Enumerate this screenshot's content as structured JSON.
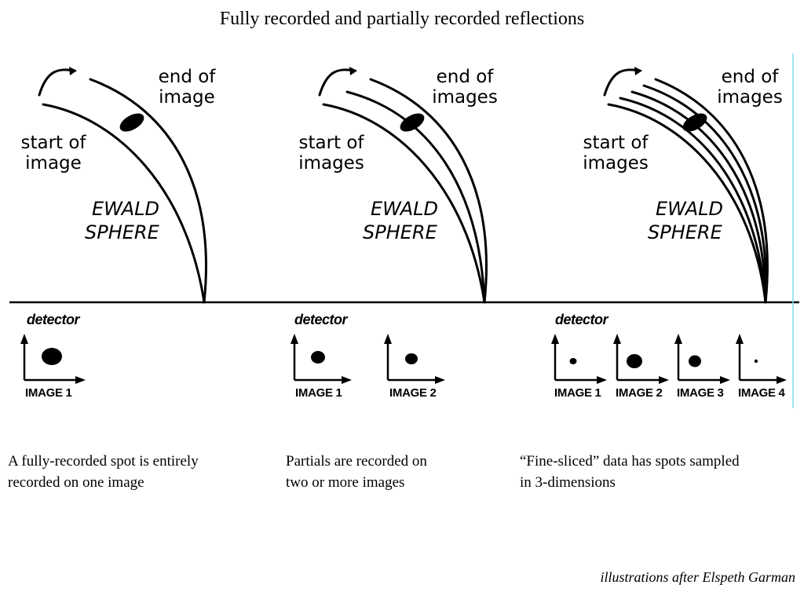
{
  "title": "Fully recorded and partially recorded reflections",
  "panels": [
    {
      "start_label": [
        "start of",
        "image"
      ],
      "end_label": [
        "end of",
        "image"
      ],
      "sphere_label": [
        "EWALD",
        "SPHERE"
      ],
      "detector_label": "detector",
      "images": [
        {
          "label": "IMAGE 1",
          "spot": "large"
        }
      ],
      "caption": [
        "A fully-recorded spot is entirely",
        "recorded on one image"
      ]
    },
    {
      "start_label": [
        "start of",
        "images"
      ],
      "end_label": [
        "end of",
        "images"
      ],
      "sphere_label": [
        "EWALD",
        "SPHERE"
      ],
      "detector_label": "detector",
      "images": [
        {
          "label": "IMAGE 1",
          "spot": "medium"
        },
        {
          "label": "IMAGE 2",
          "spot": "small"
        }
      ],
      "caption": [
        "Partials are recorded on",
        "two or more images"
      ]
    },
    {
      "start_label": [
        "start of",
        "images"
      ],
      "end_label": [
        "end of",
        "images"
      ],
      "sphere_label": [
        "EWALD",
        "SPHERE"
      ],
      "detector_label": "detector",
      "images": [
        {
          "label": "IMAGE 1",
          "spot": "tiny"
        },
        {
          "label": "IMAGE 2",
          "spot": "medium"
        },
        {
          "label": "IMAGE 3",
          "spot": "small"
        },
        {
          "label": "IMAGE 4",
          "spot": "dot"
        }
      ],
      "caption": [
        "“Fine-sliced” data has spots sampled",
        "in 3-dimensions"
      ]
    }
  ],
  "credit": "illustrations after Elspeth Garman",
  "colors": {
    "ink": "#000000",
    "edge_line": "#7fdde8",
    "background": "#ffffff"
  }
}
